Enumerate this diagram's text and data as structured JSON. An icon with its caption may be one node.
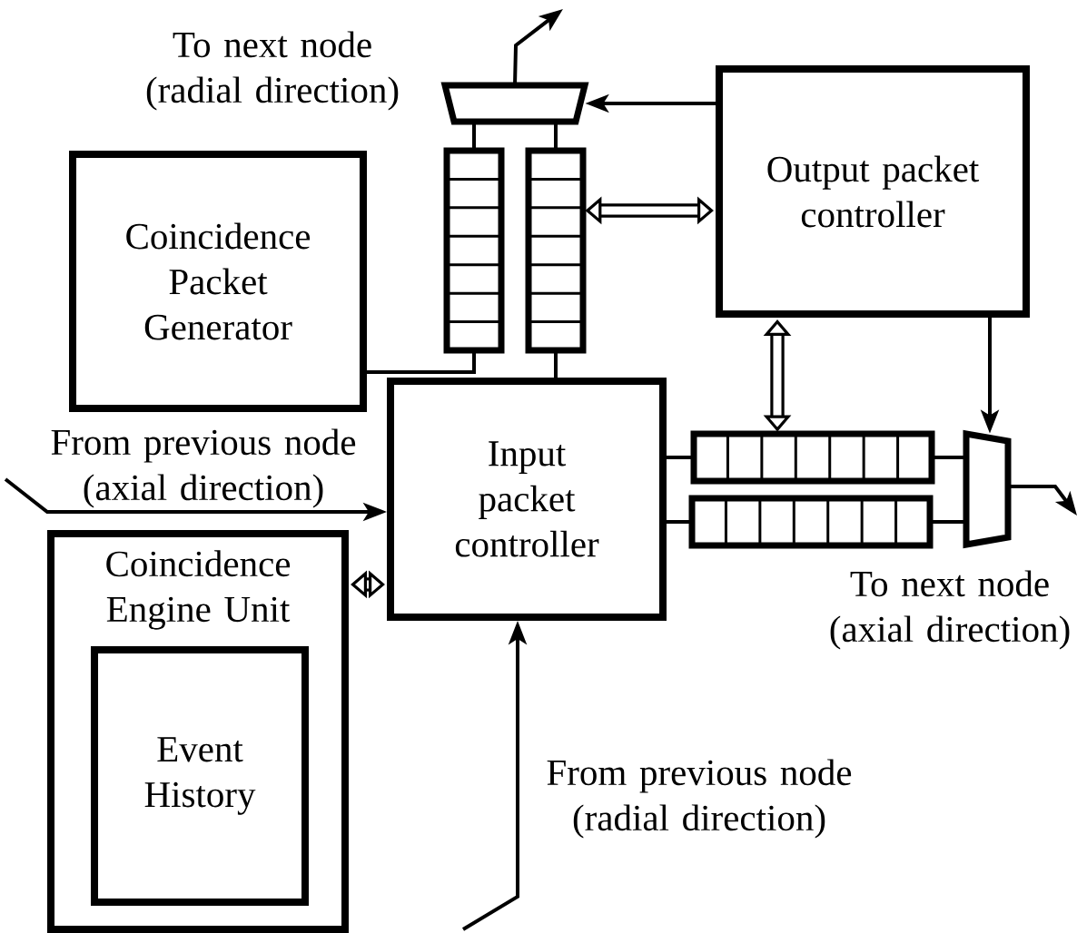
{
  "diagram": {
    "nodes": [
      {
        "text": [
          "Coincidence Packet Generator"
        ]
      },
      {
        "text": [
          "Output packet controller"
        ]
      },
      {
        "text": [
          "Input packet controller"
        ]
      },
      {
        "text": [
          "Coincidence Engine Unit"
        ]
      },
      {
        "text": [
          "Event History"
        ],
        "in": 3
      },
      {
        "text": [],
        "shape": "trapezoid"
      },
      {
        "text": [],
        "shape": "bar"
      },
      {
        "text": [],
        "shape": "bar"
      },
      {
        "text": [],
        "shape": "bar"
      },
      {
        "text": [],
        "shape": "bar"
      },
      {
        "text": [],
        "shape": "trapezoid"
      }
    ],
    "edges": [
      {
        "from": 5,
        "to": null,
        "arrow": "to"
      },
      {
        "from": 1,
        "to": 5,
        "arrow": "to"
      },
      {
        "from": 7,
        "to": 1,
        "arrow": "both",
        "style": "thick"
      },
      {
        "from": 1,
        "to": 8,
        "arrow": "both",
        "style": "thick"
      },
      {
        "from": 1,
        "to": 10,
        "arrow": "to"
      },
      {
        "from": 10,
        "to": null,
        "arrow": "to"
      },
      {
        "from": null,
        "to": 2,
        "arrow": "to"
      },
      {
        "from": null,
        "to": 2,
        "arrow": "to"
      },
      {
        "from": 3,
        "to": 2,
        "arrow": "both",
        "style": "thick"
      },
      {
        "from": 6,
        "to": 5,
        "arrow": "none"
      },
      {
        "from": 7,
        "to": 5,
        "arrow": "none"
      },
      {
        "from": 0,
        "to": 6,
        "arrow": "none"
      },
      {
        "from": 7,
        "to": 2,
        "arrow": "none"
      },
      {
        "from": 2,
        "to": 8,
        "arrow": "none"
      },
      {
        "from": 2,
        "to": 9,
        "arrow": "none"
      },
      {
        "from": 8,
        "to": 10,
        "arrow": "none"
      },
      {
        "from": 9,
        "to": 10,
        "arrow": "none"
      }
    ],
    "labels": [
      "To next node (radial direction)",
      "From previous node (axial direction)",
      "To next node (axial direction)",
      "From previous node (radial direction)"
    ]
  }
}
